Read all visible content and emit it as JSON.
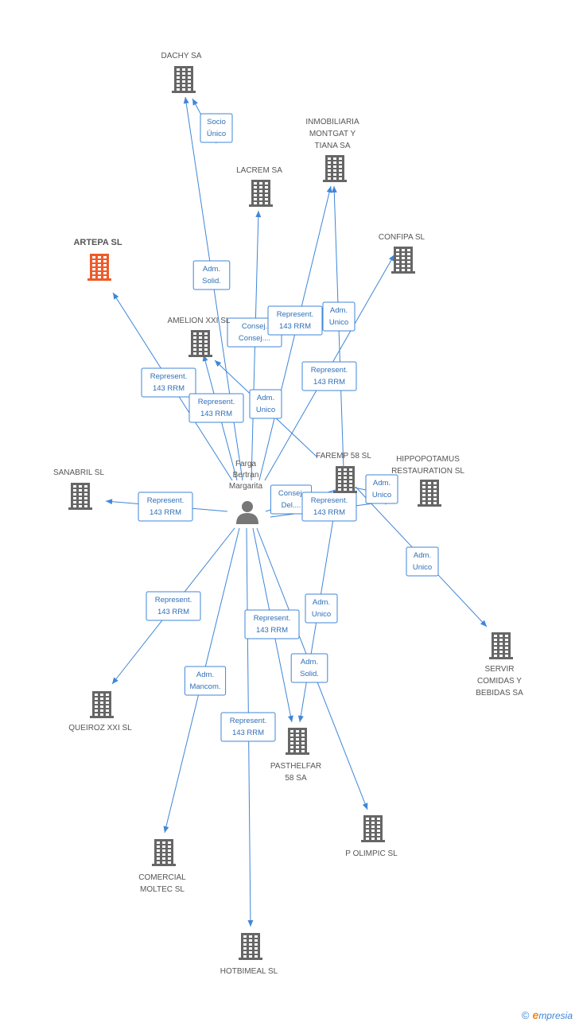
{
  "colors": {
    "edge": "#3f86d8",
    "building": "#666666",
    "highlight": "#f05a28",
    "person": "#777777"
  },
  "person": {
    "id": "p",
    "label_lines": [
      "Farga",
      "Bertran",
      "Margarita"
    ]
  },
  "nodes": [
    {
      "id": "dachy",
      "label_lines": [
        "DACHY SA"
      ],
      "icon": "building-icon"
    },
    {
      "id": "lacrem",
      "label_lines": [
        "LACREM SA"
      ],
      "icon": "building-icon"
    },
    {
      "id": "inmo",
      "label_lines": [
        "INMOBILIARIA",
        "MONTGAT Y",
        "TIANA SA"
      ],
      "icon": "building-icon"
    },
    {
      "id": "confipa",
      "label_lines": [
        "CONFIPA SL"
      ],
      "icon": "building-icon"
    },
    {
      "id": "artepa",
      "label_lines": [
        "ARTEPA SL"
      ],
      "icon": "building-icon",
      "highlight": true
    },
    {
      "id": "amelion",
      "label_lines": [
        "AMELION XXI SL"
      ],
      "icon": "building-icon"
    },
    {
      "id": "sanabril",
      "label_lines": [
        "SANABRIL SL"
      ],
      "icon": "building-icon"
    },
    {
      "id": "faremp",
      "label_lines": [
        "FAREMP 58 SL"
      ],
      "icon": "building-icon"
    },
    {
      "id": "hippo",
      "label_lines": [
        "HIPPOPOTAMUS",
        "RESTAURATION SL"
      ],
      "icon": "building-icon"
    },
    {
      "id": "servir",
      "label_lines": [
        "SERVIR",
        "COMIDAS Y",
        "BEBIDAS SA"
      ],
      "icon": "building-icon"
    },
    {
      "id": "queiroz",
      "label_lines": [
        "QUEIROZ XXI SL"
      ],
      "icon": "building-icon"
    },
    {
      "id": "pasthelfar",
      "label_lines": [
        "PASTHELFAR",
        "58 SA"
      ],
      "icon": "building-icon"
    },
    {
      "id": "polimpic",
      "label_lines": [
        "P OLIMPIC SL"
      ],
      "icon": "building-icon"
    },
    {
      "id": "moltec",
      "label_lines": [
        "COMERCIAL",
        "MOLTEC SL"
      ],
      "icon": "building-icon"
    },
    {
      "id": "hotbimeal",
      "label_lines": [
        "HOTBIMEAL SL"
      ],
      "icon": "building-icon"
    }
  ],
  "edges": [
    {
      "from": "lacrem",
      "to": "dachy",
      "label_lines": [
        "Socio",
        "Único"
      ]
    },
    {
      "from": "p",
      "to": "dachy",
      "label_lines": [
        "Adm.",
        "Solid."
      ]
    },
    {
      "from": "p",
      "to": "lacrem",
      "label_lines": [
        "Consej.",
        "Consej...."
      ]
    },
    {
      "from": "p",
      "to": "inmo",
      "label_lines": [
        "Represent.",
        "143 RRM"
      ]
    },
    {
      "from": "faremp",
      "to": "inmo",
      "label_lines": [
        "Adm.",
        "Unico"
      ]
    },
    {
      "from": "p",
      "to": "confipa",
      "label_lines": [
        "Represent.",
        "143 RRM"
      ]
    },
    {
      "from": "p",
      "to": "artepa",
      "label_lines": [
        "Represent.",
        "143 RRM"
      ]
    },
    {
      "from": "p",
      "to": "amelion",
      "label_lines": [
        "Represent.",
        "143 RRM"
      ]
    },
    {
      "from": "faremp",
      "to": "amelion",
      "label_lines": [
        "Adm.",
        "Unico"
      ]
    },
    {
      "from": "p",
      "to": "sanabril",
      "label_lines": [
        "Represent.",
        "143 RRM"
      ]
    },
    {
      "from": "p",
      "to": "faremp",
      "label_lines": [
        "Consej.",
        "Del...."
      ]
    },
    {
      "from": "p",
      "to": "hippo",
      "label_lines": [
        "Represent.",
        "143 RRM"
      ]
    },
    {
      "from": "faremp",
      "to": "hippo",
      "label_lines": [
        "Adm.",
        "Unico"
      ]
    },
    {
      "from": "faremp",
      "to": "servir",
      "label_lines": [
        "Adm.",
        "Unico"
      ]
    },
    {
      "from": "p",
      "to": "queiroz",
      "label_lines": [
        "Represent.",
        "143 RRM"
      ]
    },
    {
      "from": "faremp",
      "to": "pasthelfar",
      "label_lines": [
        "Adm.",
        "Unico"
      ]
    },
    {
      "from": "p",
      "to": "pasthelfar",
      "label_lines": [
        "Represent.",
        "143 RRM"
      ]
    },
    {
      "from": "p",
      "to": "polimpic",
      "label_lines": [
        "Adm.",
        "Solid."
      ]
    },
    {
      "from": "p",
      "to": "moltec",
      "label_lines": [
        "Adm.",
        "Mancom."
      ]
    },
    {
      "from": "p",
      "to": "hotbimeal",
      "label_lines": [
        "Represent.",
        "143 RRM"
      ]
    }
  ],
  "footer": {
    "copyright": "©",
    "brand_initial": "e",
    "brand_rest": "mpresia"
  }
}
